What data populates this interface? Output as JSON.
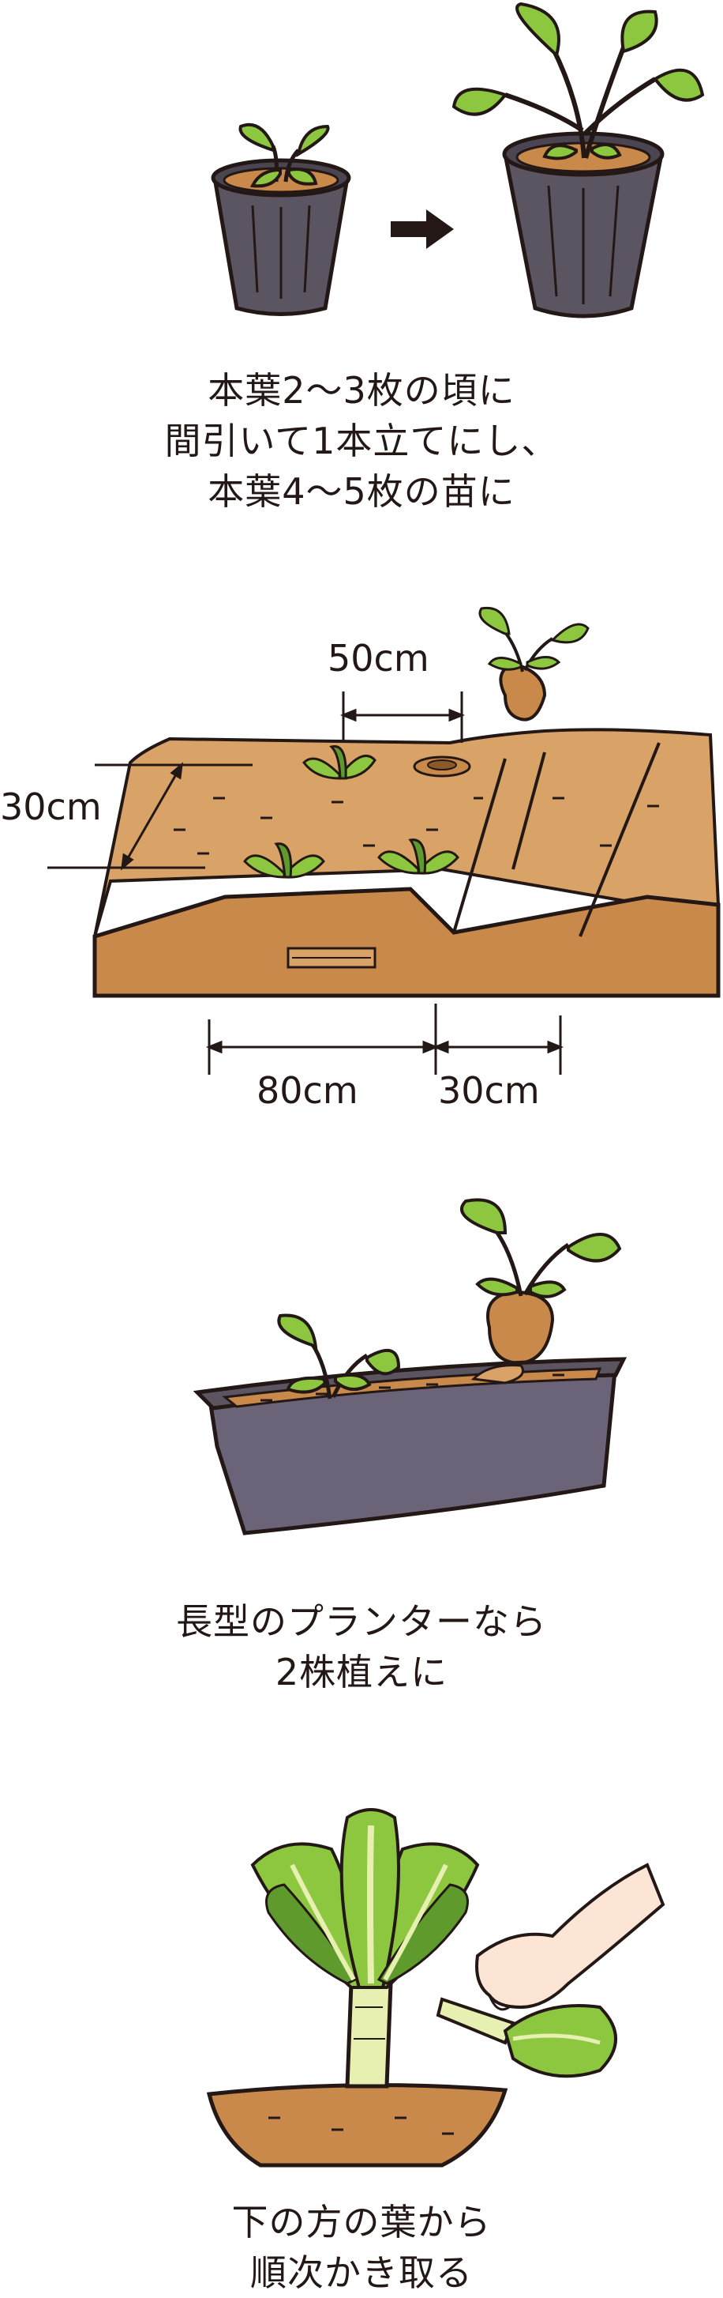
{
  "panels": {
    "seedling": {
      "caption_lines": [
        "本葉2〜3枚の頃に",
        "間引いて1本立てにし、",
        "本葉4〜5枚の苗に"
      ]
    },
    "field": {
      "dimensions": {
        "plant_spacing": "50cm",
        "row_spacing": "30cm",
        "ridge_width": "80cm",
        "furrow_width": "30cm"
      }
    },
    "planter": {
      "caption_lines": [
        "長型のプランターなら",
        "2株植えに"
      ]
    },
    "harvest": {
      "caption_lines": [
        "下の方の葉から",
        "順次かき取る"
      ]
    }
  },
  "colors": {
    "soil": "#C8894A",
    "soil_light": "#D9A367",
    "leaf": "#8DC63F",
    "leaf_dark": "#5E9A2C",
    "pot": "#5B5561",
    "planter": "#6B6478",
    "outline": "#231815",
    "stem": "#E7F0B0"
  }
}
